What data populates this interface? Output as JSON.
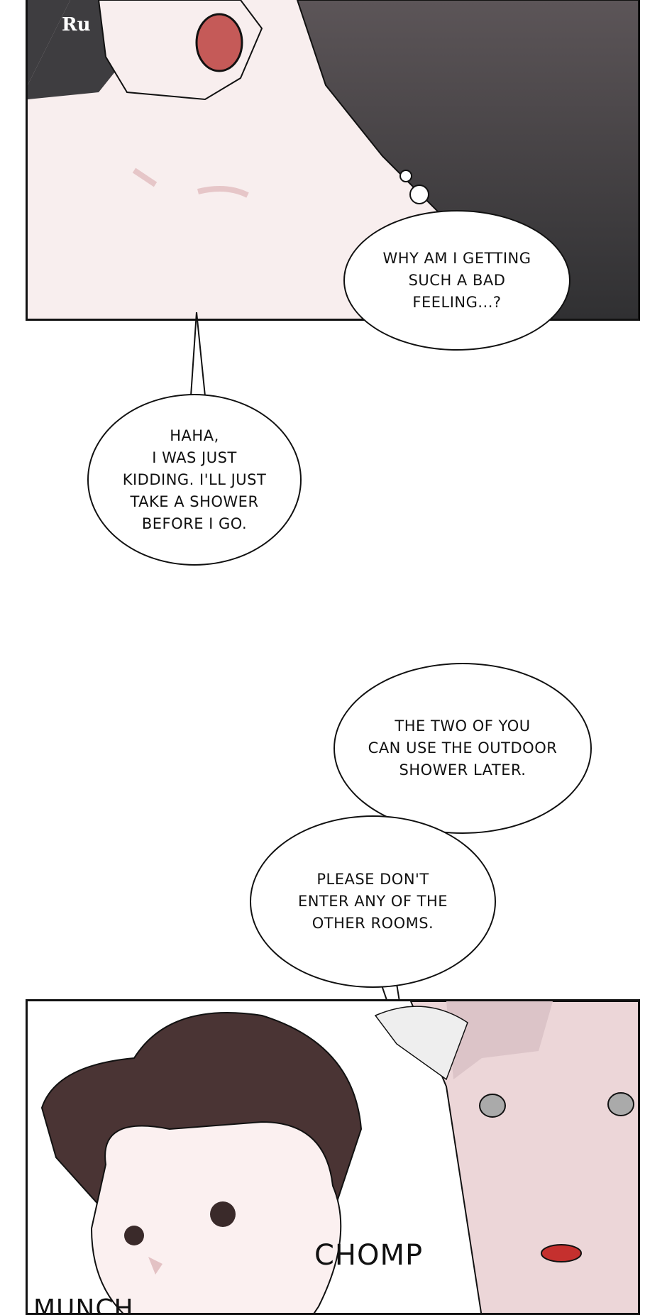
{
  "watermark": "Ru",
  "bubbles": [
    {
      "lines": [
        "WHY AM I GETTING",
        "SUCH A BAD",
        "FEELING...?"
      ]
    },
    {
      "lines": [
        "HAHA,",
        "I WAS JUST",
        "KIDDING. I'LL JUST",
        "TAKE A SHOWER",
        "BEFORE I GO."
      ]
    },
    {
      "lines": [
        "THE TWO OF YOU",
        "CAN USE THE OUTDOOR",
        "SHOWER LATER."
      ]
    },
    {
      "lines": [
        "PLEASE DON'T",
        "ENTER ANY OF THE",
        "OTHER ROOMS."
      ]
    }
  ],
  "sfx": {
    "chomp": "CHOMP",
    "munch": "MUNCH"
  },
  "colors": {
    "skin": "#f8eeee",
    "shirt": "#3a3a3c",
    "hair": "#4a3434",
    "mouth": "#c55a58"
  }
}
